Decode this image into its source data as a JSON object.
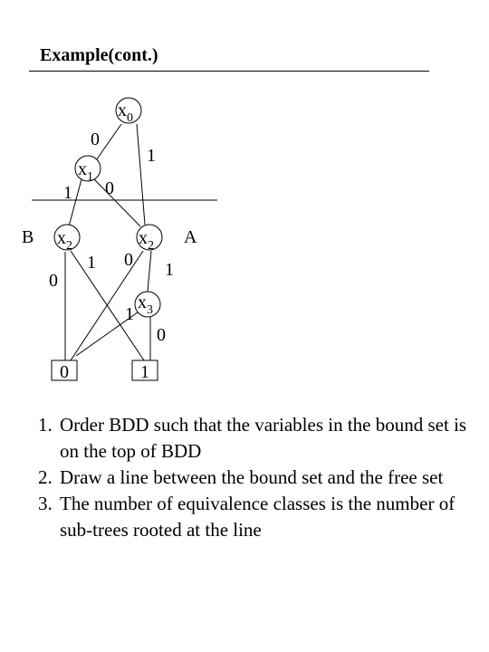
{
  "title": "Example(cont.)",
  "diagram": {
    "nodes": {
      "x0": {
        "var": "x",
        "sub": "0"
      },
      "x1": {
        "var": "x",
        "sub": "1"
      },
      "x2_left": {
        "var": "x",
        "sub": "2"
      },
      "x2_right": {
        "var": "x",
        "sub": "2"
      },
      "x3": {
        "var": "x",
        "sub": "3"
      }
    },
    "side_labels": {
      "left": "B",
      "right": "A"
    },
    "edge_labels": {
      "x0_to_x1": "0",
      "x0_to_x2_right": "1",
      "x1_to_x2_left": "1",
      "x1_to_x2_right": "0",
      "x2_left_to_leaf0": "0",
      "x2_left_to_leaf1": "1",
      "x2_right_to_leaf0": "0",
      "x2_right_to_x3": "1",
      "x3_to_leaf0": "1",
      "x3_to_leaf1": "0"
    },
    "leaves": {
      "zero": "0",
      "one": "1"
    }
  },
  "steps": [
    {
      "num": "1.",
      "text": "Order BDD such that the variables  in the bound set is on the top of BDD"
    },
    {
      "num": "2.",
      "text": "Draw a line between the bound set and the free set"
    },
    {
      "num": "3.",
      "text": "The number of equivalence classes is the  number of sub-trees rooted at the line"
    }
  ]
}
